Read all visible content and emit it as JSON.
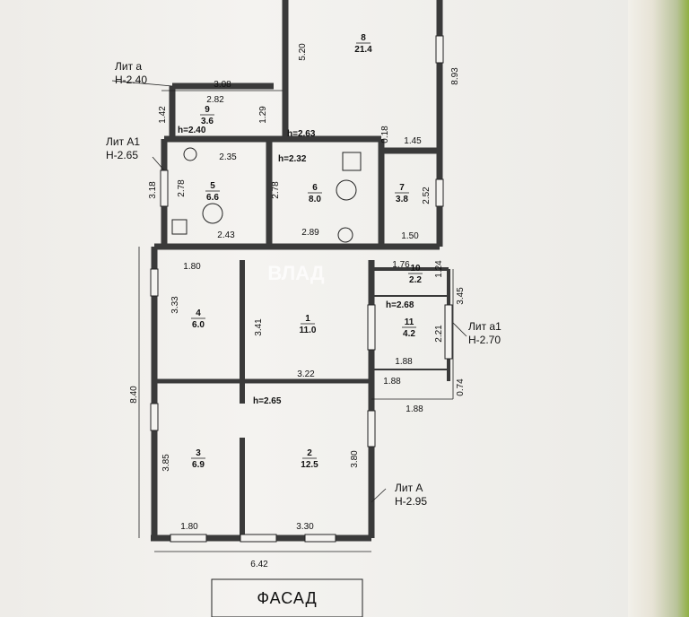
{
  "colors": {
    "wall": "#3a3a3a",
    "line": "#222222",
    "paper": "#f1f0ec",
    "watermark": "#ffffff"
  },
  "watermark": "ВЛАД",
  "facade_label": "ФАСАД",
  "rooms": [
    {
      "num": "1",
      "area": "11.0"
    },
    {
      "num": "2",
      "area": "12.5"
    },
    {
      "num": "3",
      "area": "6.9"
    },
    {
      "num": "4",
      "area": "6.0"
    },
    {
      "num": "5",
      "area": "6.6"
    },
    {
      "num": "6",
      "area": "8.0"
    },
    {
      "num": "7",
      "area": "3.8"
    },
    {
      "num": "8",
      "area": "21.4"
    },
    {
      "num": "9",
      "area": "3.6"
    },
    {
      "num": "10",
      "area": "2.2"
    },
    {
      "num": "11",
      "area": "4.2"
    }
  ],
  "litera": [
    {
      "name": "Лит а",
      "height": "H-2.40"
    },
    {
      "name": "Лит А1",
      "height": "H-2.65"
    },
    {
      "name": "Лит а1",
      "height": "H-2.70"
    },
    {
      "name": "Лит А",
      "height": "H-2.95"
    }
  ],
  "ceiling_heights": [
    "h=2.40",
    "h=2.63",
    "h=2.32",
    "h=2.68",
    "h=2.65"
  ],
  "dimensions": [
    "5.20",
    "8.93",
    "3.08",
    "2.82",
    "1.42",
    "1.29",
    "0.18",
    "1.45",
    "2.35",
    "3.18",
    "2.78",
    "2.78",
    "2.52",
    "2.43",
    "2.89",
    "1.50",
    "1.80",
    "1.76",
    "1.24",
    "3.45",
    "3.33",
    "3.41",
    "2.21",
    "1.88",
    "1.88",
    "0.74",
    "1.88",
    "8.40",
    "3.22",
    "3.85",
    "3.80",
    "1.80",
    "3.30",
    "6.42"
  ]
}
